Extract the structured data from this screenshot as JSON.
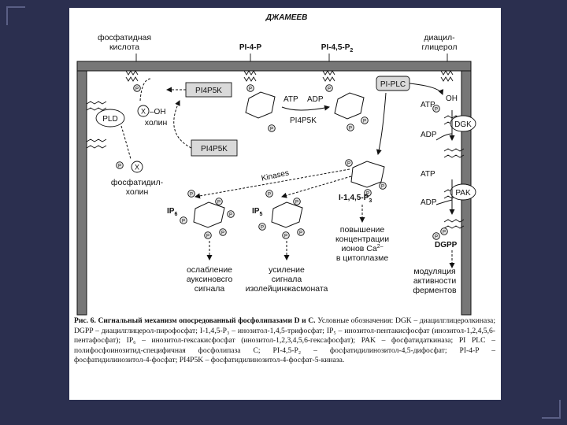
{
  "header": {
    "author": "ДЖАМЕЕВ"
  },
  "diagram": {
    "top_labels": {
      "pa_1": "фосфатидная",
      "pa_2": "кислота",
      "pi4p": "PI-4-P",
      "pi45p2": "PI-4,5-P",
      "pi45p2_sub": "2",
      "dag_1": "диацил-",
      "dag_2": "глицерол"
    },
    "enzymes": {
      "pi4p5k_top": "PI4P5K",
      "pi4p5k_mid": "PI4P5K",
      "pi4p5k_low": "PI4P5K",
      "pld": "PLD",
      "pi_plc": "PI-PLC",
      "dgk": "DGK",
      "pak": "PAK",
      "kinases": "Kinases"
    },
    "molecules": {
      "x_oh": "X",
      "oh_suffix": "–OH",
      "choline": "холин",
      "pc_x": "X",
      "pc_1": "фосфатидил-",
      "pc_2": "холин",
      "ip6": "IP",
      "ip6_sub": "6",
      "ip5": "IP",
      "ip5_sub": "5",
      "ip3": "I-1,4,5-P",
      "ip3_sub": "3",
      "dgpp": "DGPP",
      "oh": "OH",
      "p": "P"
    },
    "cofactors": {
      "atp_mid": "ATP",
      "adp_mid": "ADP",
      "atp_dgk": "ATP",
      "adp_dgk": "ADP",
      "atp_pak": "ATP",
      "adp_pak": "ADP"
    },
    "outcomes": {
      "ip6": [
        "ослабление",
        "ауксиновсго",
        "сигнала"
      ],
      "ip5": [
        "усиление",
        "сигнала",
        "изолейцинжасмоната"
      ],
      "ip3": [
        "повышение",
        "концентрации",
        "ионов Ca",
        "в цитоплазме"
      ],
      "ip3_ca_sup": "2–",
      "pak": [
        "модуляция",
        "активности",
        "ферментов"
      ]
    }
  },
  "caption": {
    "title": "Рис. 6. Сигнальный механизм опосредованный фосфолипазами D и C.",
    "body": "Условные обозначения: DGK – диацилглицеролкиназа; DGPP – диацилглицерол-пирофосфат; I-1,4,5-P₃ – инозитол-1,4,5-трифосфат; IP₅ – инозитол-пентакисфосфат (инозитол-1,2,4,5,6-пентафосфат); IP₆ – инозитол-гексакисфосфат (инозитол-1,2,3,4,5,6-гексафосфат); PAK – фосфатидаткиназа; PI PLC – полифосфоинозитид-специфичная фосфолипаза C; PI-4,5-P₂ – фосфатидилинозитол-4,5-дифосфат; PI-4-P – фосфатидилинозитол-4-фосфат; PI4P5K – фосфатидилинозитол-4-фосфат-5-киназа."
  }
}
